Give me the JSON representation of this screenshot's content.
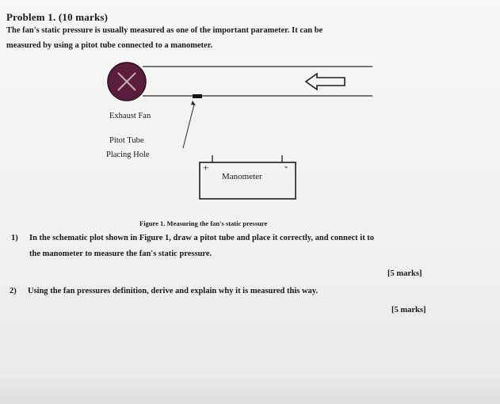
{
  "problem": {
    "heading": "Problem 1. (10 marks)",
    "intro_line1": "The fan's static pressure is usually measured as one of the important parameter. It can be",
    "intro_line2": "measured by using a pitot tube connected to a manometer."
  },
  "figure": {
    "fan_label": "Exhaust Fan",
    "pitot_label_line1": "Pitot Tube",
    "pitot_label_line2": "Placing Hole",
    "manometer_label": "Manometer",
    "plus_sign": "+",
    "minus_sign": "-",
    "caption": "Figure 1. Measuring the fan's static pressure",
    "fan_color": "#5a1e3c",
    "hole_color": "#111111"
  },
  "questions": [
    {
      "number": "1)",
      "line1": "In the schematic plot shown in Figure 1, draw a pitot tube and place it correctly, and connect it to",
      "line2": "the manometer to measure the fan's static pressure.",
      "marks": "[5 marks]"
    },
    {
      "number": "2)",
      "line1": "Using the fan pressures definition, derive and explain why it is measured this way.",
      "marks": "[5 marks]"
    }
  ]
}
